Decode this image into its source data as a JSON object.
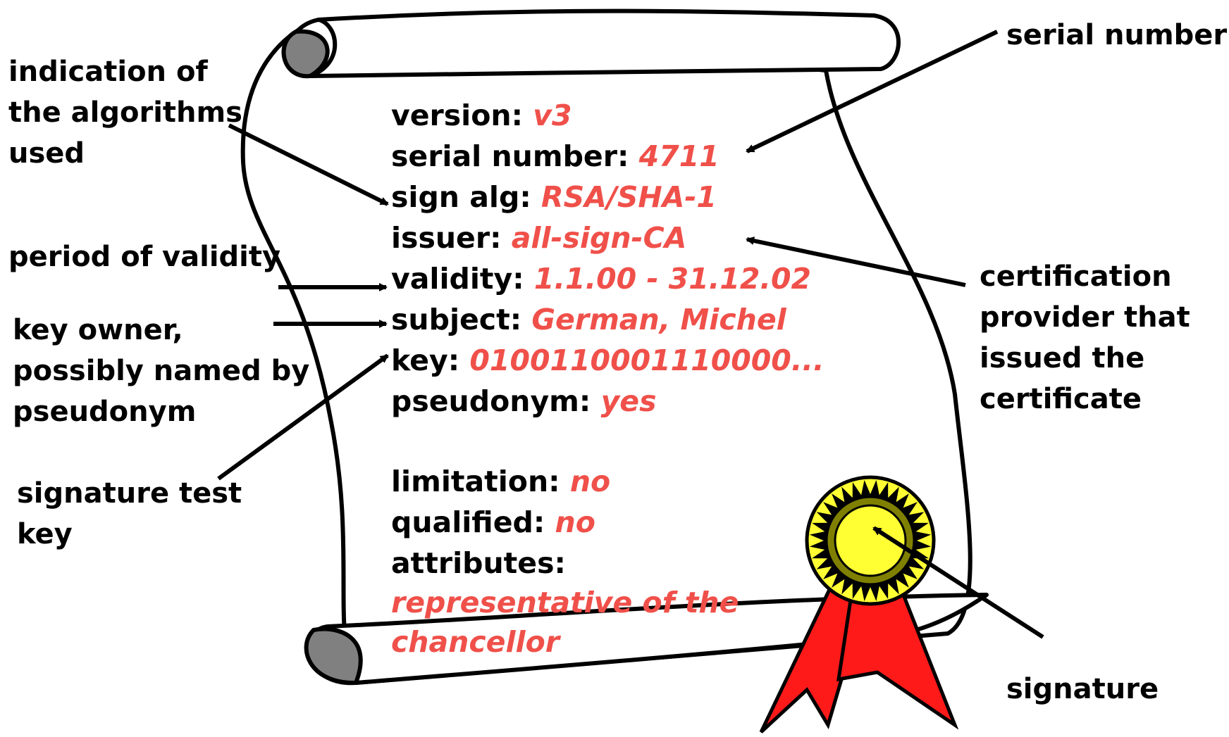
{
  "certificate": {
    "fields": [
      {
        "key": "version-field",
        "label": "version:",
        "value": "v3"
      },
      {
        "key": "serial-number-field",
        "label": "serial number:",
        "value": "4711"
      },
      {
        "key": "sign-alg-field",
        "label": "sign alg:",
        "value": "RSA/SHA-1"
      },
      {
        "key": "issuer-field",
        "label": "issuer:",
        "value": "all-sign-CA"
      },
      {
        "key": "validity-field",
        "label": "validity:",
        "value": "1.1.00 - 31.12.02"
      },
      {
        "key": "subject-field",
        "label": "subject:",
        "value": "German, Michel"
      },
      {
        "key": "key-field",
        "label": "key:",
        "value": "0100110001110000..."
      },
      {
        "key": "pseudonym-field",
        "label": "pseudonym:",
        "value": "yes"
      },
      {
        "key": "limitation-field",
        "label": "limitation:",
        "value": "no"
      },
      {
        "key": "qualified-field",
        "label": "qualified:",
        "value": "no"
      },
      {
        "key": "attributes-field",
        "label": "attributes:",
        "value": ""
      },
      {
        "key": "attributes-value-line1",
        "label": "",
        "value": "representative of the"
      },
      {
        "key": "attributes-value-line2",
        "label": "",
        "value": "chancellor"
      }
    ]
  },
  "annotations": {
    "algorithms": [
      "indication of",
      "the algorithms",
      "used"
    ],
    "validity": [
      "period of validity"
    ],
    "key_owner": [
      "key owner,",
      "possibly named by",
      "pseudonym"
    ],
    "test_key": [
      "signature test",
      "key"
    ],
    "serial": [
      "serial number"
    ],
    "provider": [
      "certification",
      "provider that",
      "issued the",
      "certificate"
    ],
    "signature": [
      "signature"
    ]
  },
  "colors": {
    "value_text": "#f0504a",
    "label_text": "#000000",
    "scroll_curl": "#808080",
    "seal_outer": "#ffff33",
    "seal_ring": "#808000",
    "ribbon": "#ff1a1a"
  },
  "icons": [
    "scroll-icon",
    "seal-icon"
  ]
}
